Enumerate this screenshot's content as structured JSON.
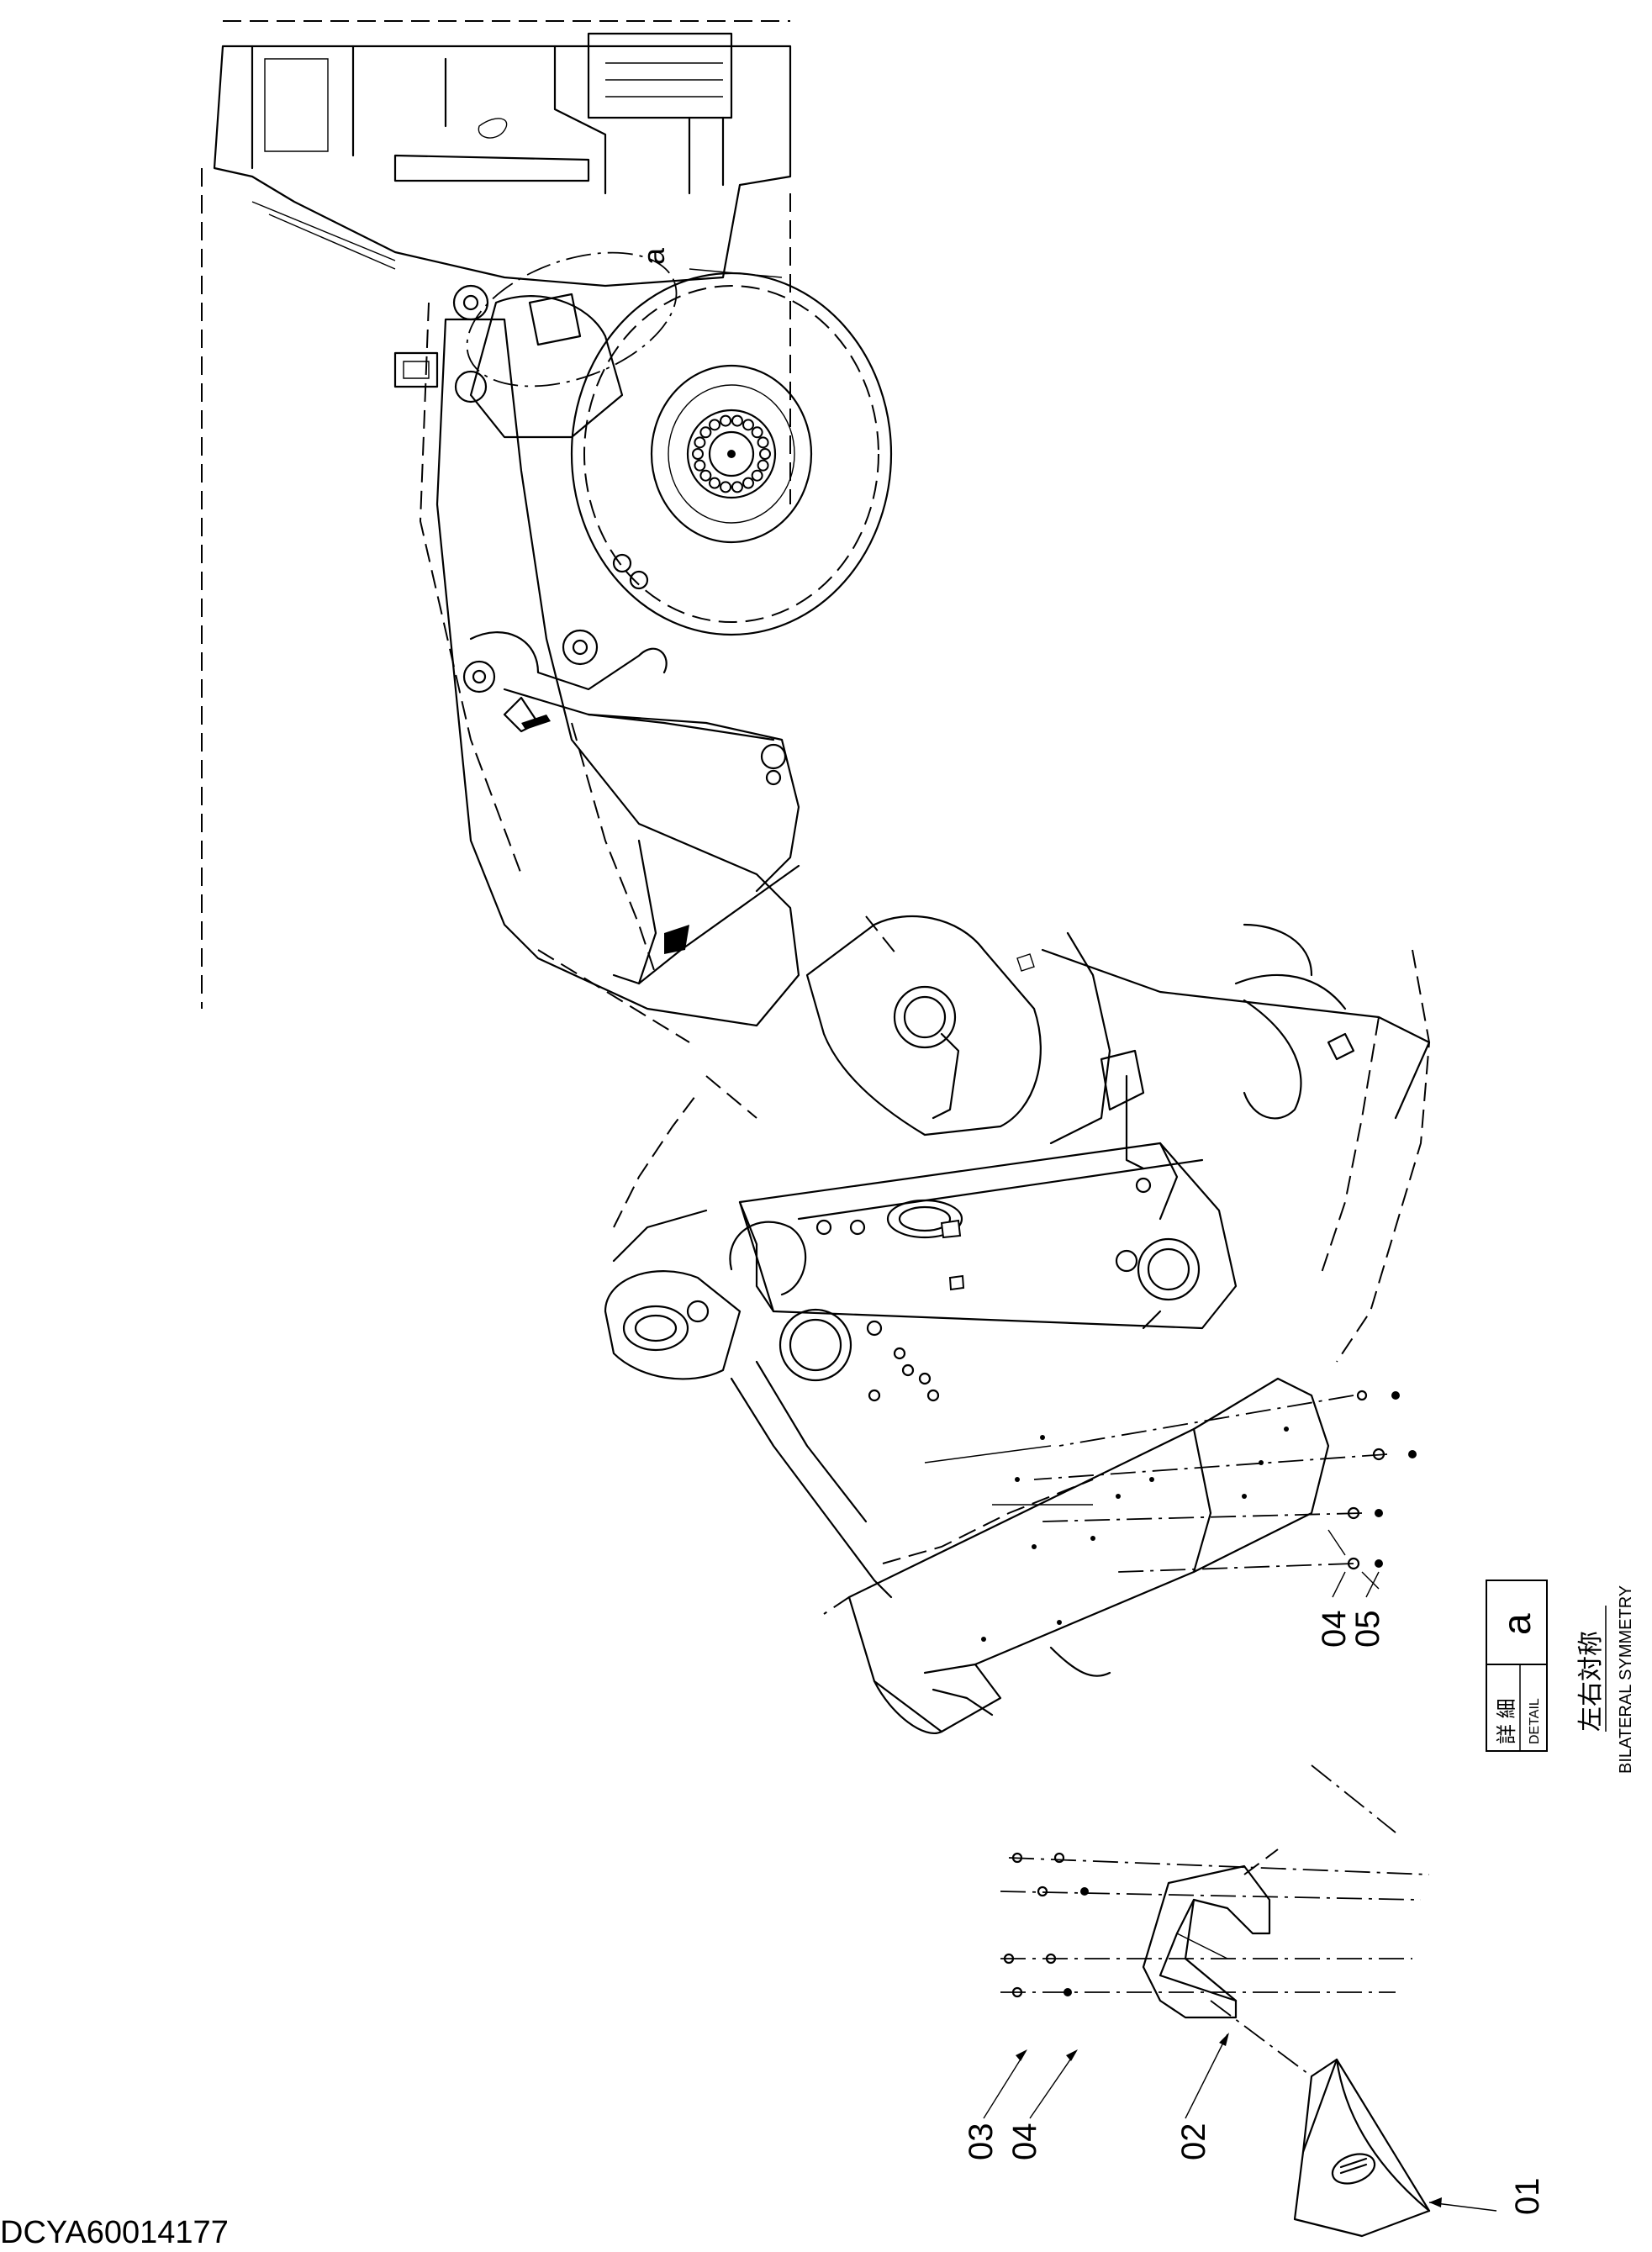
{
  "document_id": "DCYA60014177",
  "detail": {
    "label_jp": "詳 細",
    "label_en": "DETAIL",
    "letter": "a"
  },
  "overview_callout": "a",
  "symmetry": {
    "jp": "左右対称",
    "en": "BILATERAL SYMMETRY"
  },
  "part_labels": {
    "p01": "01",
    "p02": "02",
    "p03": "03",
    "p04_lower": "04",
    "p04_upper": "04",
    "p05": "05"
  }
}
